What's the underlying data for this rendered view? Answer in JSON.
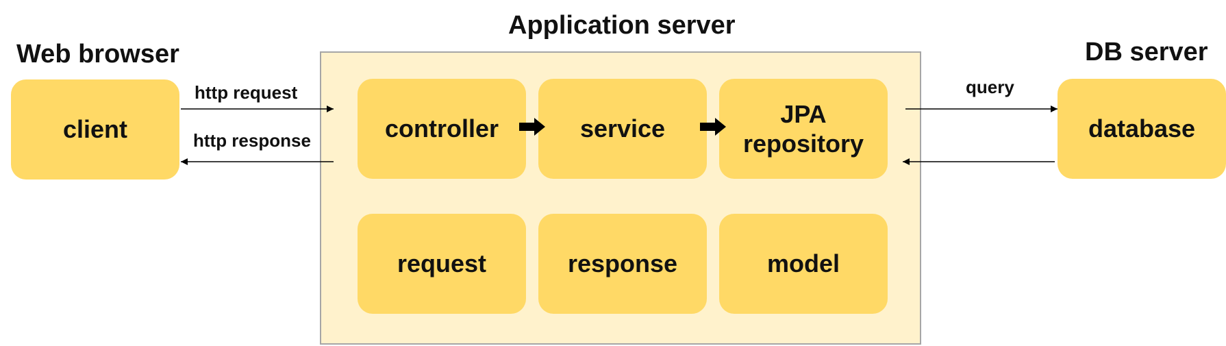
{
  "titles": {
    "web_browser": "Web browser",
    "app_server": "Application server",
    "db_server": "DB server"
  },
  "nodes": {
    "client": "client",
    "controller": "controller",
    "service": "service",
    "jpa_line1": "JPA",
    "jpa_line2": "repository",
    "request": "request",
    "response": "response",
    "model": "model",
    "database": "database"
  },
  "edges": {
    "http_request": "http request",
    "http_response": "http response",
    "query": "query"
  },
  "colors": {
    "node_fill": "#ffd966",
    "container_fill": "#fff2cc",
    "container_border": "#a6a6a6",
    "text": "#111111"
  }
}
